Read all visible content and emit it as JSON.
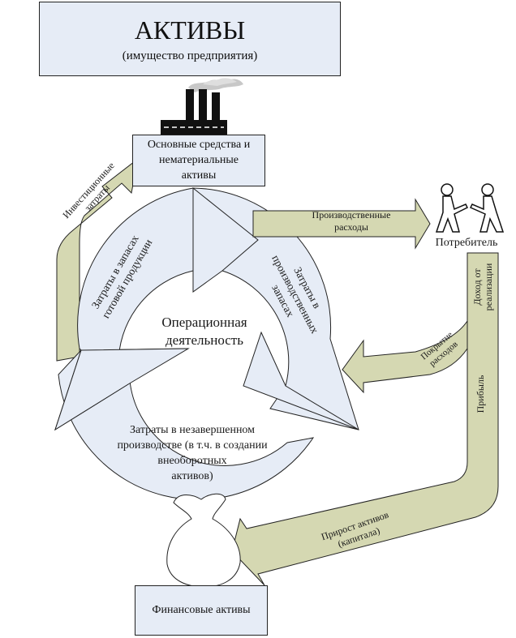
{
  "title": "АКТИВЫ",
  "subtitle": "(имущество предприятия)",
  "fixed_assets": [
    "Основные средства и",
    "нематериальные",
    "активы"
  ],
  "center": [
    "Операционная",
    "деятельность"
  ],
  "cycle_labels": {
    "finished_goods": [
      "Затраты в запасах",
      "готовой продукции"
    ],
    "production_stocks": [
      "Затраты в",
      "производственных",
      "запасах"
    ],
    "wip": [
      "Затраты в незавершенном",
      "производстве (в т.ч. в создании",
      "внеоборотных",
      "активов)"
    ]
  },
  "arrows": {
    "investment": [
      "Инвестиционные",
      "затраты"
    ],
    "production_costs": [
      "Производственные",
      "расходы"
    ],
    "income": [
      "Доход от",
      "реализации"
    ],
    "cost_coverage": [
      "Покрытие",
      "расходов"
    ],
    "profit": "Прибыль",
    "asset_growth": [
      "Прирост активов",
      "(капитала)"
    ]
  },
  "consumer": "Потребитель",
  "financial_assets": "Финансовые активы",
  "colors": {
    "box_fill": "#e6ecf6",
    "cycle_fill": "#e6ecf6",
    "arrow_fill": "#d5d8b2",
    "outline": "#222222"
  },
  "icons": [
    "factory-icon",
    "consumers-icon",
    "money-bag-icon"
  ]
}
